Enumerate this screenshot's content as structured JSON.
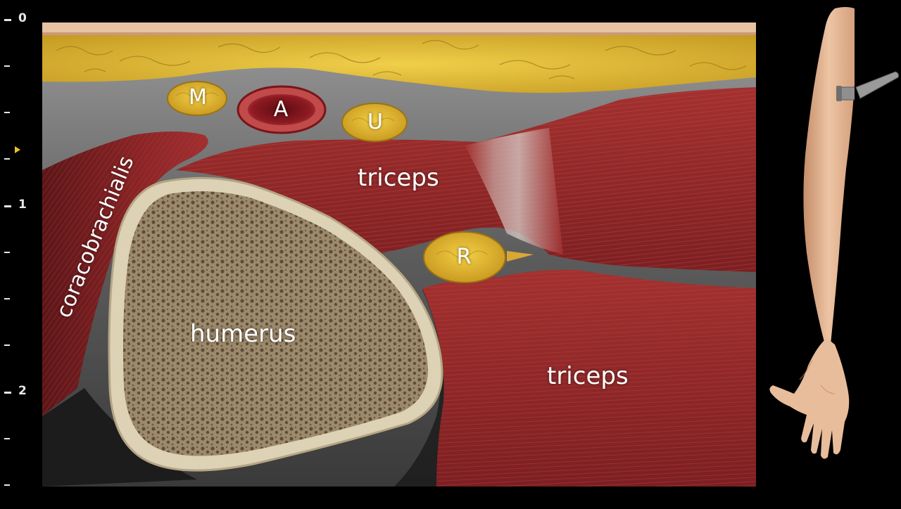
{
  "depth_scale": {
    "major_labels": [
      "0",
      "1",
      "2"
    ],
    "unit": "",
    "focus_marker_color": "#e8c12a"
  },
  "labels": {
    "median_nerve": "M",
    "brachial_artery": "A",
    "ulnar_nerve": "U",
    "radial_nerve": "R",
    "coracobrachialis": "coracobrachialis",
    "triceps_upper": "triceps",
    "humerus": "humerus",
    "triceps_lower": "triceps"
  },
  "colors": {
    "background": "#000000",
    "fat": "#d9b431",
    "muscle": "#9a2a2b",
    "fascia": "#7d7d7d",
    "bone_cortex": "#dcd0b6",
    "bone_marrow": "#9b8a70",
    "nerve": "#e0b52a",
    "artery": "#8e1820",
    "skin": "#e9c2a0",
    "probe": "#8f8f8f"
  },
  "icons": {
    "arm": "arm-with-ultrasound-probe-icon",
    "probe": "ultrasound-probe-icon"
  }
}
